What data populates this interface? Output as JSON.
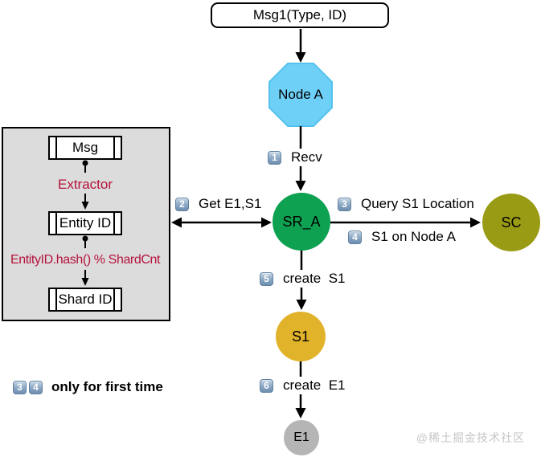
{
  "diagram": {
    "msg_source": "Msg1(Type, ID)",
    "nodes": {
      "node_a": "Node A",
      "sr_a": "SR_A",
      "sc": "SC",
      "s1": "S1",
      "e1": "E1"
    },
    "steps": {
      "s1": {
        "num": "1",
        "label": "Recv"
      },
      "s2": {
        "num": "2",
        "label": "Get E1,S1"
      },
      "s3": {
        "num": "3",
        "label": "Query S1 Location"
      },
      "s4": {
        "num": "4",
        "label": "S1 on Node A"
      },
      "s5": {
        "num": "5",
        "label": "create  S1"
      },
      "s6": {
        "num": "6",
        "label": "create  E1"
      }
    },
    "pipeline": {
      "box1": "Msg",
      "transform1": "Extractor",
      "box2": "Entity ID",
      "transform2": "EntityID.hash() % ShardCnt",
      "box3": "Shard ID"
    },
    "note": {
      "badge1": "3",
      "badge2": "4",
      "text": "only for first time"
    },
    "watermark": "@稀土掘金技术社区",
    "colors": {
      "node_a_fill": "#6fd0f7",
      "node_a_stroke": "#53c1ee",
      "sr_a_fill": "#0da151",
      "sc_fill": "#9a9b14",
      "s1_fill": "#e1b32b",
      "e1_fill": "#b5b5b5",
      "panel_bg": "#dcdcdc",
      "transform_text": "#b5123a",
      "badge_fill": "#7e9bba",
      "line": "#000000"
    }
  }
}
